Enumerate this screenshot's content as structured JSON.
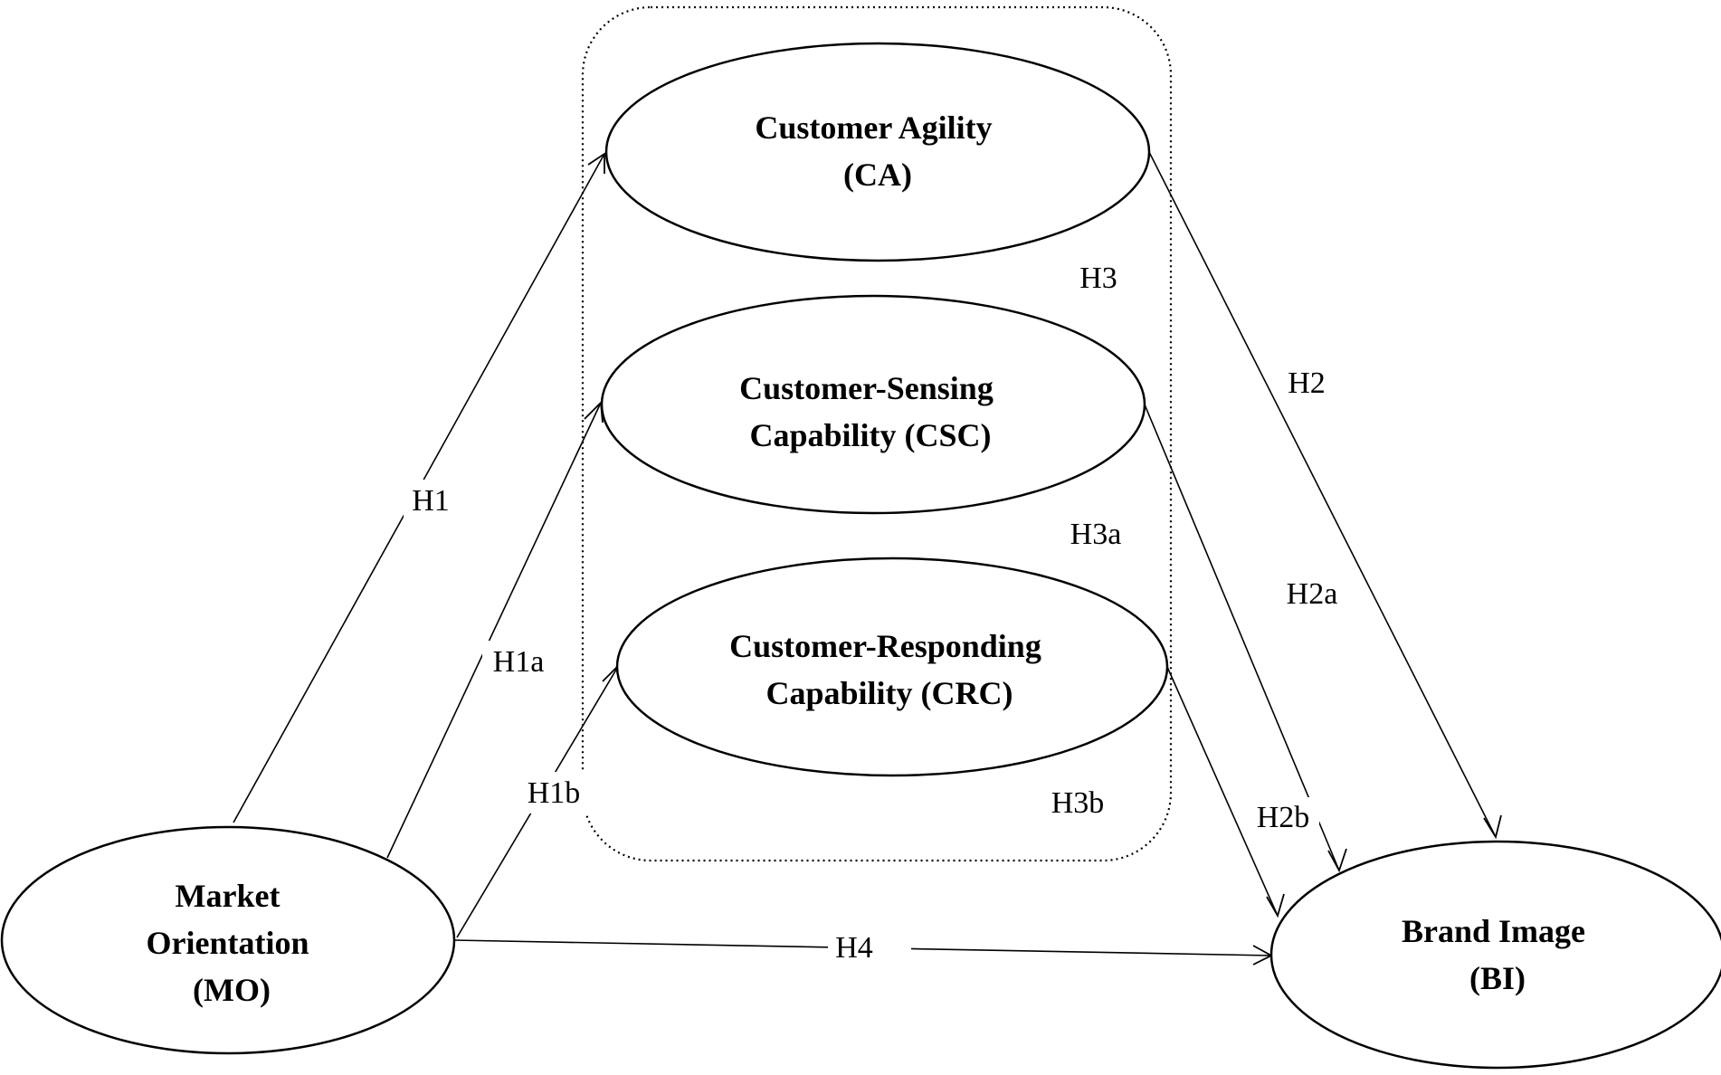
{
  "nodes": {
    "ca": {
      "lines": [
        "Customer Agility",
        "(CA)"
      ]
    },
    "csc": {
      "lines": [
        "Customer-Sensing",
        "Capability (CSC)"
      ]
    },
    "crc": {
      "lines": [
        "Customer-Responding",
        "Capability (CRC)"
      ]
    },
    "mo": {
      "lines": [
        "Market",
        "Orientation",
        "(MO)"
      ]
    },
    "bi": {
      "lines": [
        "Brand Image",
        "(BI)"
      ]
    }
  },
  "edge_labels": {
    "h1": "H1",
    "h1a": "H1a",
    "h1b": "H1b",
    "h2": "H2",
    "h2a": "H2a",
    "h2b": "H2b",
    "h3": "H3",
    "h3a": "H3a",
    "h3b": "H3b",
    "h4": "H4"
  }
}
